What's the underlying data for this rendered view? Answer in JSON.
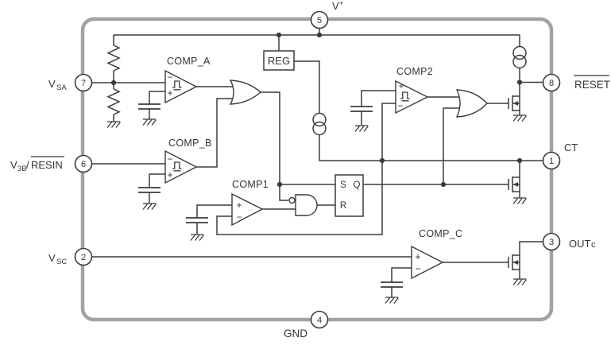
{
  "colors": {
    "border": "#a2a2a2",
    "wire": "#3b3b3b",
    "text": "#343434",
    "bg": "#ffffff"
  },
  "pins": {
    "p5": {
      "num": "5"
    },
    "p7": {
      "num": "7"
    },
    "p6": {
      "num": "6"
    },
    "p2": {
      "num": "2"
    },
    "p4": {
      "num": "4"
    },
    "p8": {
      "num": "8"
    },
    "p1": {
      "num": "1"
    },
    "p3": {
      "num": "3"
    }
  },
  "labels": {
    "vplus_main": "V",
    "vplus_sup": "+",
    "vsa_main": "V",
    "vsa_sub": "SA",
    "v3b_main": "V",
    "v3b_sub": "3B",
    "v3b_slash": "/",
    "v3b_overlined": "RESIN",
    "vsc_main": "V",
    "vsc_sub": "SC",
    "gnd": "GND",
    "reset_overlined": "RESET",
    "ct": "CT",
    "outc_main": "OUT",
    "outc_sub": "c"
  },
  "components": {
    "reg": "REG",
    "comp_a": "COMP_A",
    "comp_b": "COMP_B",
    "comp1": "COMP1",
    "comp2": "COMP2",
    "comp_c": "COMP_C",
    "latch_s": "S",
    "latch_q": "Q",
    "latch_r": "R",
    "plus": "+",
    "minus": "−"
  }
}
